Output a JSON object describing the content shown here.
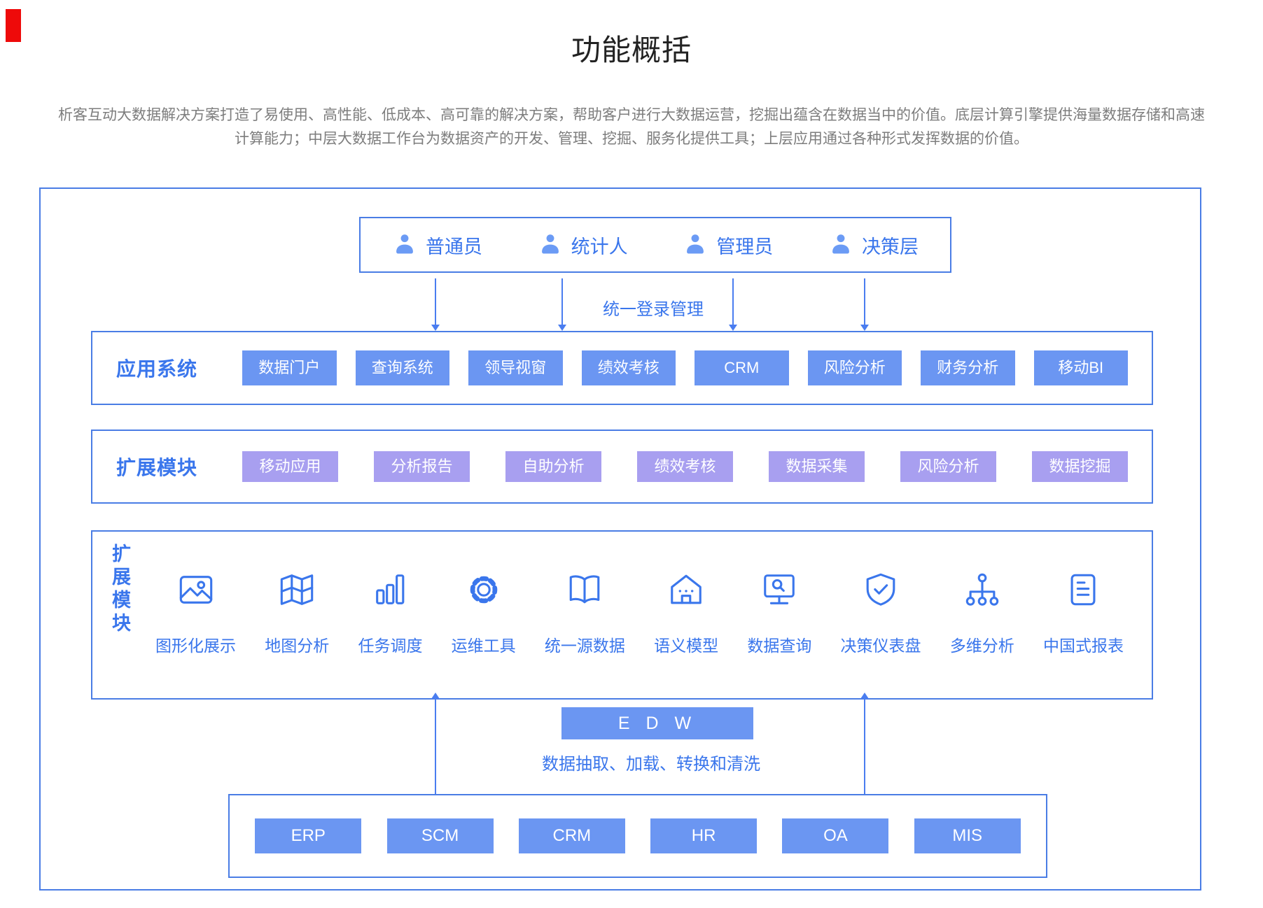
{
  "header": {
    "title": "功能概括",
    "description_lines": [
      "析客互动大数据解决方案打造了易使用、高性能、低成本、高可靠的解决方案，帮助客户进行大数据运营，挖掘出蕴含在数据当中的价值。底层计算引擎提供海量数据存储和高速",
      "计算能力；中层大数据工作台为数据资产的开发、管理、挖掘、服务化提供工具；上层应用通过各种形式发挥数据的价值。"
    ]
  },
  "diagram": {
    "user_roles": [
      {
        "icon": "user-icon",
        "label": "普通员"
      },
      {
        "icon": "user-icon",
        "label": "统计人"
      },
      {
        "icon": "user-icon",
        "label": "管理员"
      },
      {
        "icon": "user-icon",
        "label": "决策层"
      }
    ],
    "login_label": "统一登录管理",
    "application_row": {
      "label": "应用系统",
      "items": [
        {
          "label": "数据门户"
        },
        {
          "label": "查询系统"
        },
        {
          "label": "领导视窗"
        },
        {
          "label": "绩效考核"
        },
        {
          "label": "CRM"
        },
        {
          "label": "风险分析"
        },
        {
          "label": "财务分析"
        },
        {
          "label": "移动BI"
        }
      ]
    },
    "extension_row": {
      "label": "扩展模块",
      "items": [
        {
          "label": "移动应用"
        },
        {
          "label": "分析报告"
        },
        {
          "label": "自助分析"
        },
        {
          "label": "绩效考核"
        },
        {
          "label": "数据采集"
        },
        {
          "label": "风险分析"
        },
        {
          "label": "数据挖掘"
        }
      ]
    },
    "platform_box": {
      "label": "扩展模块",
      "items": [
        {
          "icon": "image-icon",
          "label": "图形化展示"
        },
        {
          "icon": "map-icon",
          "label": "地图分析"
        },
        {
          "icon": "bar-chart-icon",
          "label": "任务调度"
        },
        {
          "icon": "gear-icon",
          "label": "运维工具"
        },
        {
          "icon": "book-icon",
          "label": "统一源数据"
        },
        {
          "icon": "house-icon",
          "label": "语义模型"
        },
        {
          "icon": "monitor-search-icon",
          "label": "数据查询"
        },
        {
          "icon": "shield-check-icon",
          "label": "决策仪表盘"
        },
        {
          "icon": "hierarchy-icon",
          "label": "多维分析"
        },
        {
          "icon": "report-icon",
          "label": "中国式报表"
        }
      ]
    },
    "edw_label": "E D W",
    "etl_label": "数据抽取、加载、转换和清洗",
    "source_systems": [
      {
        "label": "ERP"
      },
      {
        "label": "SCM"
      },
      {
        "label": "CRM"
      },
      {
        "label": "HR"
      },
      {
        "label": "OA"
      },
      {
        "label": "MIS"
      }
    ]
  },
  "colors": {
    "primary-blue": "#3a76ec",
    "chip-blue": "#6b96f2",
    "chip-purple": "#a89ff0",
    "border-blue": "#4a7de5",
    "arrow-blue": "#4a7df0",
    "user-icon-blue": "#6b9bf5",
    "title-color": "#222222",
    "text-gray": "#7d7d7d",
    "red-mark": "#ee0a0a"
  }
}
